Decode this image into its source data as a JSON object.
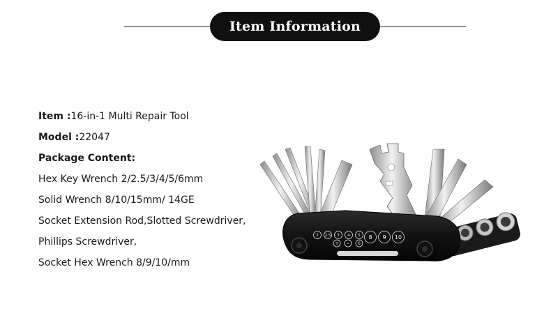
{
  "header": {
    "title": "Item Information"
  },
  "info": {
    "item_label": "Item :",
    "item_value": "16-in-1 Multi Repair Tool",
    "model_label": "Model :",
    "model_value": "22047",
    "package_label": "Package Content:",
    "contents": [
      "Hex Key Wrench 2/2.5/3/4/5/6mm",
      "Solid Wrench 8/10/15mm/ 14GE",
      "Socket Extension Rod,Slotted Screwdriver,",
      "Phillips Screwdriver,",
      "Socket Hex Wrench 8/9/10/mm"
    ]
  },
  "product": {
    "hex_labels": [
      "2",
      "2.5",
      "3",
      "4",
      "5"
    ],
    "sub_labels": [
      "+",
      "−",
      "6"
    ],
    "socket_labels": [
      "8",
      "9",
      "10"
    ]
  }
}
